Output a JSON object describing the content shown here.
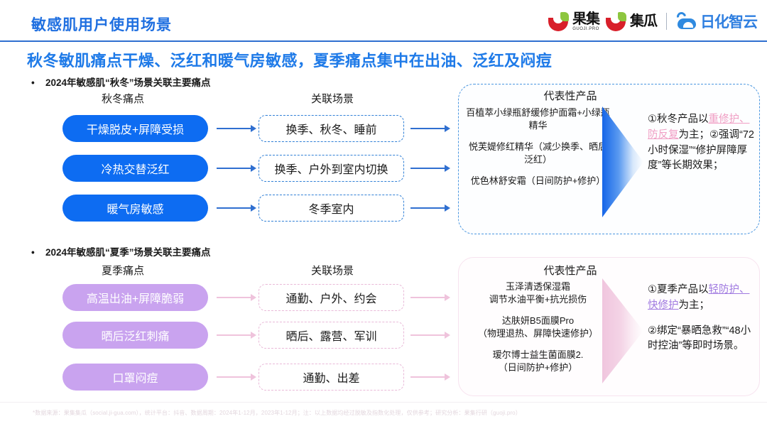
{
  "header": {
    "title": "敏感肌用户使用场景",
    "logos": [
      {
        "name": "guoji-logo",
        "cn": "果集",
        "sub": "GUOJI.PRO"
      },
      {
        "name": "jigua-logo",
        "cn": "集瓜",
        "sub": ""
      },
      {
        "name": "rihua-zhiyun-logo",
        "cn": "日化智云",
        "sub": ""
      }
    ]
  },
  "subtitle": "秋冬敏肌痛点干燥、泛红和暖气房敏感，夏季痛点集中在出油、泛红及闷痘",
  "colors": {
    "title_blue": "#1f6fe0",
    "subtitle_blue": "#1e7ae8",
    "pill_blue": "#0d6cf2",
    "pill_purple": "#c9a3ef",
    "arrow_blue": "#2f6fd0",
    "arrow_pink": "#efc3dc",
    "highlight_pink": "#f09ec4",
    "highlight_purple": "#a07ae0",
    "logo_red": "#d81f2a",
    "logo_green": "#8dc63f",
    "logo_blue": "#2f8ae0"
  },
  "sections": [
    {
      "bullet": "2024年敏感肌“秋冬”场景关联主要痛点",
      "pain_head": "秋冬痛点",
      "scene_head": "关联场景",
      "pains": [
        "干燥脱皮+屏障受损",
        "冷热交替泛红",
        "暖气房敏感"
      ],
      "scenes": [
        "换季、秋冬、睡前",
        "换季、户外到室内切换",
        "冬季室内"
      ],
      "panel_title": "代表性产品",
      "products": [
        "百植萃小绿瓶舒缓修护面霜+小绿瓶精华",
        "悦芙媞修红精华（减少换季、晒后泛红）",
        "优色林舒安霜（日间防护+修护）"
      ],
      "notes": [
        {
          "pre": "①秋冬产品以",
          "hl": "重修护、防反复",
          "post": "为主；"
        },
        {
          "pre": "②强调“72小时保湿”“修护屏障厚度”等长期效果；",
          "hl": "",
          "post": ""
        }
      ]
    },
    {
      "bullet": "2024年敏感肌“夏季”场景关联主要痛点",
      "pain_head": "夏季痛点",
      "scene_head": "关联场景",
      "pains": [
        "高温出油+屏障脆弱",
        "晒后泛红刺痛",
        "口罩闷痘"
      ],
      "scenes": [
        "通勤、户外、约会",
        "晒后、露营、军训",
        "通勤、出差"
      ],
      "panel_title": "代表性产品",
      "products": [
        "玉泽清透保湿霜\n调节水油平衡+抗光损伤",
        "达肤妍B5面膜Pro\n（物理退热、屏障快速修护）",
        "瑷尔博士益生菌面膜2.\n（日间防护+修护）"
      ],
      "notes": [
        {
          "pre": "①夏季产品以",
          "hl": "轻防护、快修护",
          "post": "为主；"
        },
        {
          "pre": "②绑定“暴晒急救”“48小时控油”等即时场景。",
          "hl": "",
          "post": ""
        }
      ]
    }
  ],
  "footer": "*数据来源：果集集瓜（social.ji-gua.com），统计平台：抖音、数据周期：2024年1-12月，2023年1-12月；注：以上数据均经过脱敏及指数化处理，仅供参考；研究分析：果集行研（guoji.pro）"
}
